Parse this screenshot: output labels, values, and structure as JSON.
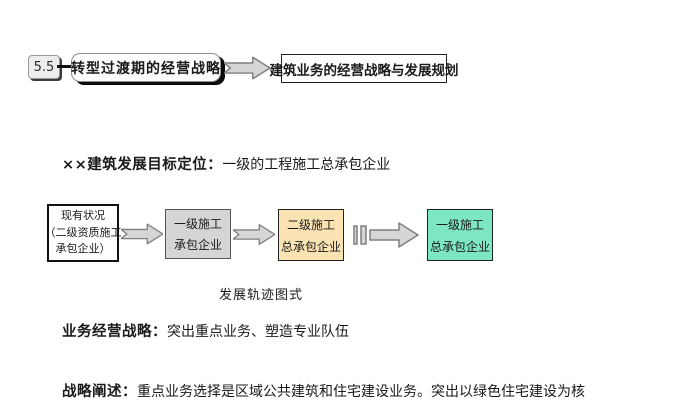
{
  "header": {
    "section_number": "5.5",
    "section_title": "转型过渡期的经营战略",
    "result_title": "建筑业务的经营战略与发展规划"
  },
  "goal_line": {
    "label": "××建筑发展目标定位：",
    "value": "一级的工程施工总承包企业"
  },
  "flow": {
    "caption": "发展轨迹图式",
    "nodes": [
      {
        "name": "current-status",
        "lines": [
          "现有状况",
          "（二级资质施工",
          "承包企业）"
        ],
        "fill": "#ffffff"
      },
      {
        "name": "level1-contractor",
        "lines": [
          "一级施工",
          "承包企业"
        ],
        "fill": "#d5d5d5"
      },
      {
        "name": "level2-general-contractor",
        "lines": [
          "二级施工",
          "总承包企业"
        ],
        "fill": "#fae3b2"
      },
      {
        "name": "level1-general-contractor",
        "lines": [
          "一级施工",
          "总承包企业"
        ],
        "fill": "#7de6c2"
      }
    ]
  },
  "strategy_line": {
    "label": "业务经营战略：",
    "value": "突出重点业务、塑造专业队伍"
  },
  "description_line": {
    "label": "战略阐述：",
    "value": "重点业务选择是区域公共建筑和住宅建设业务。突出以绿色住宅建设为核"
  },
  "colors": {
    "arrow_fill": "#d6d6d6",
    "arrow_stroke": "#7f7f7f",
    "shadow": "#0a0a0a"
  }
}
